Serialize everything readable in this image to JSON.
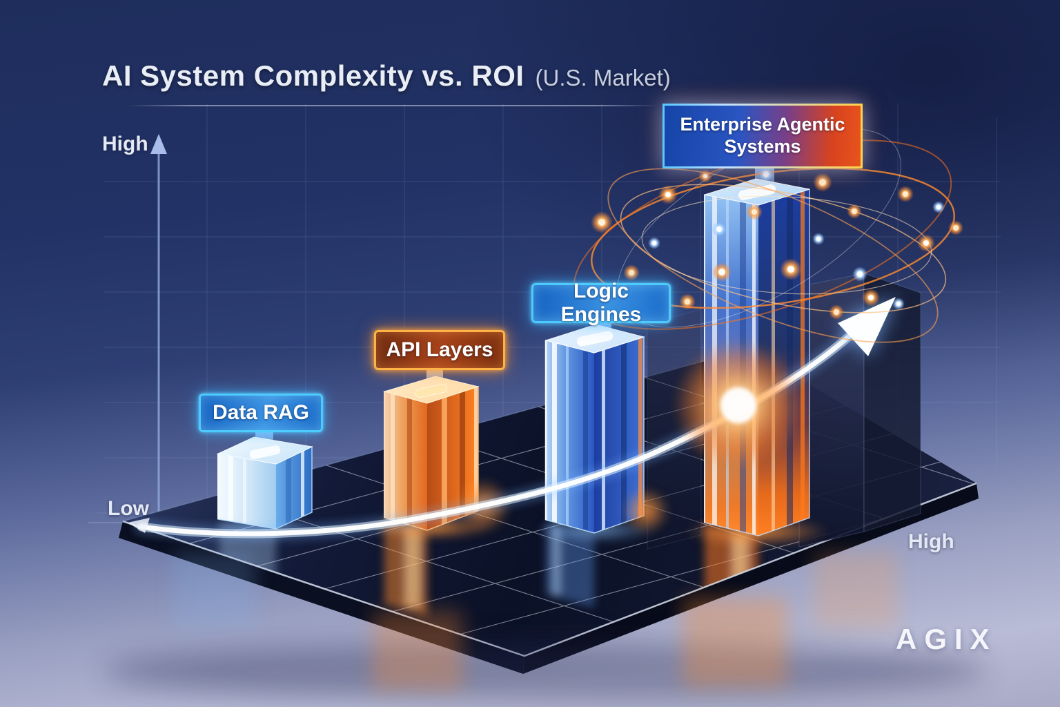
{
  "title": {
    "main": "AI System Complexity vs. ROI",
    "sub": "(U.S. Market)"
  },
  "axes": {
    "y_top": "High",
    "y_bottom": "Low",
    "x_right": "High"
  },
  "bars": [
    {
      "label": "Data RAG",
      "style": "blue-glass",
      "relative_height": 1.0
    },
    {
      "label": "API Layers",
      "style": "orange-glass",
      "relative_height": 1.9
    },
    {
      "label": "Logic Engines",
      "style": "blue-glass",
      "relative_height": 2.7
    },
    {
      "label": "Enterprise Agentic Systems",
      "style": "blue-orange-glass",
      "relative_height": 4.8
    }
  ],
  "brand": {
    "name": "AGIX"
  },
  "chart_data": {
    "type": "bar",
    "title": "AI System Complexity vs. ROI",
    "subtitle": "(U.S. Market)",
    "categories": [
      "Data RAG",
      "API Layers",
      "Logic Engines",
      "Enterprise Agentic Systems"
    ],
    "values_relative_height": [
      1.0,
      1.9,
      2.7,
      4.8
    ],
    "value_scale": "qualitative - no numeric ticks shown",
    "x_axis_ticks": [
      "Low",
      "High"
    ],
    "y_axis_ticks": [
      "Low",
      "High"
    ],
    "grid": true,
    "legend": "none",
    "annotations": [
      "white upward trend arrow sweeping from low-left to high-right",
      "orange network swirl with glowing nodes around Enterprise Agentic Systems tower"
    ],
    "brand": "AGIX"
  },
  "colors": {
    "background_top": "#1e2d5c",
    "background_bottom": "#b9bcd6",
    "platform": "#0d1530",
    "accent_cyan": "#3fc6ff",
    "accent_orange": "#ff8c2e",
    "bar_blue": "#2f6fc8",
    "bar_orange": "#ff7a1e",
    "arrow": "#ffffff"
  }
}
